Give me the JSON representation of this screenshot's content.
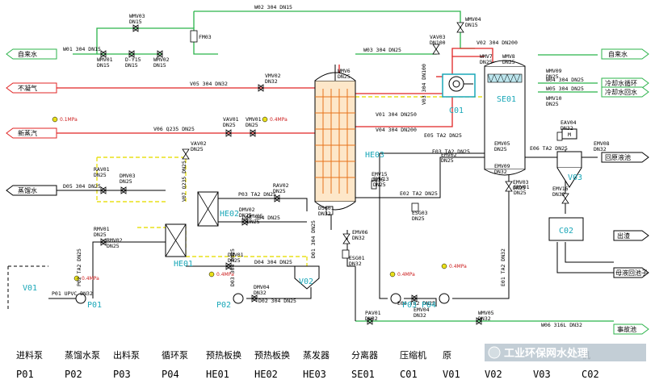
{
  "pipes": {
    "w02": "W02 304 DN15",
    "w01": "W01 304 DN15",
    "w03": "W03 304 DN25",
    "v02": "V02 304 DN200",
    "v05": "V05 304 DN32",
    "v01": "V01 304 DN250",
    "v04": "V04 304 DN200",
    "v03": "V03 304 DN100",
    "w04": "W04 304 DN25",
    "w05": "W05 304 DN25",
    "v06": "V06 Q235 DN25",
    "v07": "V07 Q235 DN25",
    "e05": "E05 TA2 DN25",
    "e03": "E03 TA2 DN25",
    "e06": "E06 TA2 DN25",
    "d05": "D05 304 DN25",
    "p03": "P03 TA2 DN25",
    "d06": "D06 304 DN25",
    "d04": "D04 304 DN25",
    "d02": "D02 304 DN25",
    "e02": "E02 TA2 DN25",
    "e04": "E04 TA2 DN25",
    "e01": "E01 TA2 DN32",
    "p02": "P02 TA2 DN25",
    "p01": "P01 UPVC DN32",
    "w06": "W06 316L DN32",
    "d01": "D01 304 DN25",
    "d03": "D03 304 DN25"
  },
  "streams": {
    "tap_water_left": "自来水",
    "tap_water_right": "自来水",
    "noncondensable": "不凝气",
    "fresh_steam": "新蒸汽",
    "distilled_water": "蒸馏水",
    "circulating_cooling_water": "冷却水循环",
    "circulating_cooling_water_2": "冷却水回水",
    "return_raw_liquid": "回原液池",
    "discharge": "出渣",
    "mother_liquor": "母液回池子",
    "sewage_pool": "事故池"
  },
  "pressure": {
    "p1": "0.1MPa",
    "p2": "0.4MPa",
    "p3": "0.4MPa",
    "p4": "0.4MPa",
    "p5": "0.4MPa",
    "p6": "0.4MPa"
  },
  "valves": {
    "wmv03": "WMV03\nDN15",
    "wmv01": "WMV01\nDN15",
    "ytd": "D-Y15\nDN15",
    "wmv02": "WMV02\nDN15",
    "fm03": "FM03",
    "wmv04": "WMV04\nDN15",
    "vav03": "VAV03\nDN100",
    "wmv07": "WMV7\nDN25",
    "wmv08": "WMV8\nDN25",
    "wmv09": "WMV09\nDN25",
    "wmv10": "WMV10\nDN25",
    "vmv02": "VMV02\nDN32",
    "wmv06": "WMV6\nDN25",
    "vav01": "VAV01\nDN25",
    "vmv01": "VMV01\nDN25",
    "vav02": "VAV02\nDN25",
    "rav01": "RAV01\nDN25",
    "dmv03": "DMV03\nDN25",
    "rav02": "RAV02\nDN25",
    "rmv01": "RMV01\nDN25",
    "dmv02": "DMV02\nDN25",
    "dmv01": "DMV01\nDN25",
    "emv05": "EMV05\nDN25",
    "emv15": "EMV15\nDN25",
    "eav04": "EAV04\nDN32",
    "emv08": "EMV08\nDN32",
    "emv09": "EMV09\nDN32",
    "emv16": "EMV16\nDN32",
    "emv03": "EMV03\nDN25",
    "emv02": "EMV02\nDN25",
    "emv01": "EMV01\nDN25",
    "emv13": "EMV13\nDN25",
    "esg03": "ESG03\nDN25",
    "esg01": "ESG01\nDN32",
    "emv04": "EMV04\nDN32",
    "emv06": "EMV06\nDN32",
    "dmv04": "DMV04\nDN32",
    "dmv05": "DMV05\nDN25",
    "wmv05": "WMV05\nDN32",
    "dsg01": "DSG01\nDN32",
    "rmv02": "RMV02\nDN25",
    "pav01": "PAV01\nDN32"
  },
  "equipment": {
    "he01": "HE01",
    "he02": "HE02",
    "he03": "HE03",
    "se01": "SE01",
    "c01": "C01",
    "v01": "V01",
    "v02": "V02",
    "v03": "V03",
    "c02": "C02",
    "p01": "P01",
    "p02": "P02",
    "p03": "P03",
    "p04": "P04"
  },
  "legend": [
    {
      "name": "进料泵",
      "code": "P01"
    },
    {
      "name": "蒸馏水泵",
      "code": "P02"
    },
    {
      "name": "出料泵",
      "code": "P03"
    },
    {
      "name": "循环泵",
      "code": "P04"
    },
    {
      "name": "预热板换",
      "code": "HE01"
    },
    {
      "name": "预热板换",
      "code": "HE02"
    },
    {
      "name": "蒸发器",
      "code": "HE03"
    },
    {
      "name": "分离器",
      "code": "SE01"
    },
    {
      "name": "压缩机",
      "code": "C01"
    },
    {
      "name": "原",
      "code": "V01"
    },
    {
      "name": "",
      "code": "V02"
    },
    {
      "name": "",
      "code": "V03"
    },
    {
      "name": "机",
      "code": "C02"
    }
  ],
  "watermark": "工业环保网水处理",
  "colors": {
    "line": "#000000",
    "green": "#2bb34a",
    "red": "#e02424",
    "yellow": "#e9e01a",
    "teal": "#1aa7b8",
    "magenta": "#b0288a",
    "orange": "#e8731a"
  }
}
